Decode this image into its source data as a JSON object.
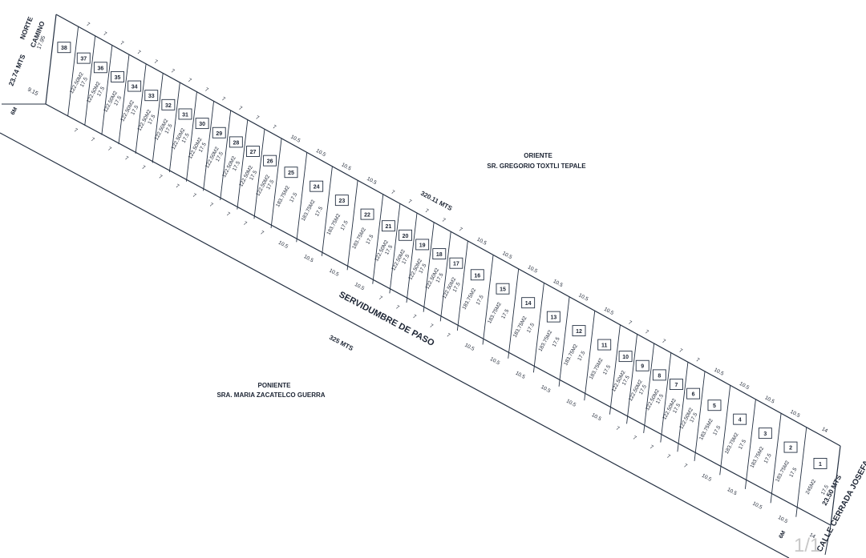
{
  "north": {
    "line1": "NORTE",
    "line2": "CAMINO",
    "dimension": "23.74 MTS",
    "seg_a": "17.95",
    "seg_b": "9.15"
  },
  "east": {
    "line1": "ORIENTE",
    "line2": "SR. GREGORIO TOXTLI TEPALE",
    "dimension": "320.11 MTS"
  },
  "west": {
    "line1": "PONIENTE",
    "line2": "SRA. MARIA ZACATELCO GUERRA",
    "dimension": "325 MTS"
  },
  "south": {
    "street": "CALLE CERRADA JOSEFA ORTIZ",
    "dimension": "23.50 MTS"
  },
  "easement": {
    "label": "SERVIDUMBRE DE PASO",
    "width_nw": "6M",
    "width_se": "6M"
  },
  "page_indicator": "1/1",
  "lots": [
    {
      "n": "1",
      "w": "14",
      "d": "17.5",
      "area": "245M2"
    },
    {
      "n": "2",
      "w": "10.5",
      "d": "17.5",
      "area": "183.75M2"
    },
    {
      "n": "3",
      "w": "10.5",
      "d": "17.5",
      "area": "183.75M2"
    },
    {
      "n": "4",
      "w": "10.5",
      "d": "17.5",
      "area": "183.75M2"
    },
    {
      "n": "5",
      "w": "10.5",
      "d": "17.5",
      "area": "183.75M2"
    },
    {
      "n": "6",
      "w": "7",
      "d": "17.5",
      "area": "122.50M2"
    },
    {
      "n": "7",
      "w": "7",
      "d": "17.5",
      "area": "122.50M2"
    },
    {
      "n": "8",
      "w": "7",
      "d": "17.5",
      "area": "122.50M2"
    },
    {
      "n": "9",
      "w": "7",
      "d": "17.5",
      "area": "122.50M2"
    },
    {
      "n": "10",
      "w": "7",
      "d": "17.5",
      "area": "122.50M2"
    },
    {
      "n": "11",
      "w": "10.5",
      "d": "17.5",
      "area": "183.75M2"
    },
    {
      "n": "12",
      "w": "10.5",
      "d": "17.5",
      "area": "183.75M2"
    },
    {
      "n": "13",
      "w": "10.5",
      "d": "17.5",
      "area": "183.75M2"
    },
    {
      "n": "14",
      "w": "10.5",
      "d": "17.5",
      "area": "183.75M2"
    },
    {
      "n": "15",
      "w": "10.5",
      "d": "17.5",
      "area": "183.75M2"
    },
    {
      "n": "16",
      "w": "10.5",
      "d": "17.5",
      "area": "183.75M2"
    },
    {
      "n": "17",
      "w": "7",
      "d": "17.5",
      "area": "122.50M2"
    },
    {
      "n": "18",
      "w": "7",
      "d": "17.5",
      "area": "122.50M2"
    },
    {
      "n": "19",
      "w": "7",
      "d": "17.5",
      "area": "122.50M2"
    },
    {
      "n": "20",
      "w": "7",
      "d": "17.5",
      "area": "122.50M2"
    },
    {
      "n": "21",
      "w": "7",
      "d": "17.5",
      "area": "122.50M2"
    },
    {
      "n": "22",
      "w": "10.5",
      "d": "17.5",
      "area": "183.75M2"
    },
    {
      "n": "23",
      "w": "10.5",
      "d": "17.5",
      "area": "183.75M2"
    },
    {
      "n": "24",
      "w": "10.5",
      "d": "17.5",
      "area": "183.75M2"
    },
    {
      "n": "25",
      "w": "10.5",
      "d": "17.5",
      "area": "183.75M2"
    },
    {
      "n": "26",
      "w": "7",
      "d": "17.5",
      "area": "122.50M2"
    },
    {
      "n": "27",
      "w": "7",
      "d": "17.5",
      "area": "122.50M2"
    },
    {
      "n": "28",
      "w": "7",
      "d": "17.5",
      "area": "122.50M2"
    },
    {
      "n": "29",
      "w": "7",
      "d": "17.5",
      "area": "122.50M2"
    },
    {
      "n": "30",
      "w": "7",
      "d": "17.5",
      "area": "122.50M2"
    },
    {
      "n": "31",
      "w": "7",
      "d": "17.5",
      "area": "122.50M2"
    },
    {
      "n": "32",
      "w": "7",
      "d": "17.5",
      "area": "122.50M2"
    },
    {
      "n": "33",
      "w": "7",
      "d": "17.5",
      "area": "122.50M2"
    },
    {
      "n": "34",
      "w": "7",
      "d": "17.5",
      "area": "122.50M2"
    },
    {
      "n": "35",
      "w": "7",
      "d": "17.5",
      "area": "122.50M2"
    },
    {
      "n": "36",
      "w": "7",
      "d": "17.5",
      "area": "122.50M2"
    },
    {
      "n": "37",
      "w": "7",
      "d": "17.5",
      "area": "122.50M2"
    },
    {
      "n": "38",
      "w": "",
      "d": "",
      "area": ""
    }
  ]
}
